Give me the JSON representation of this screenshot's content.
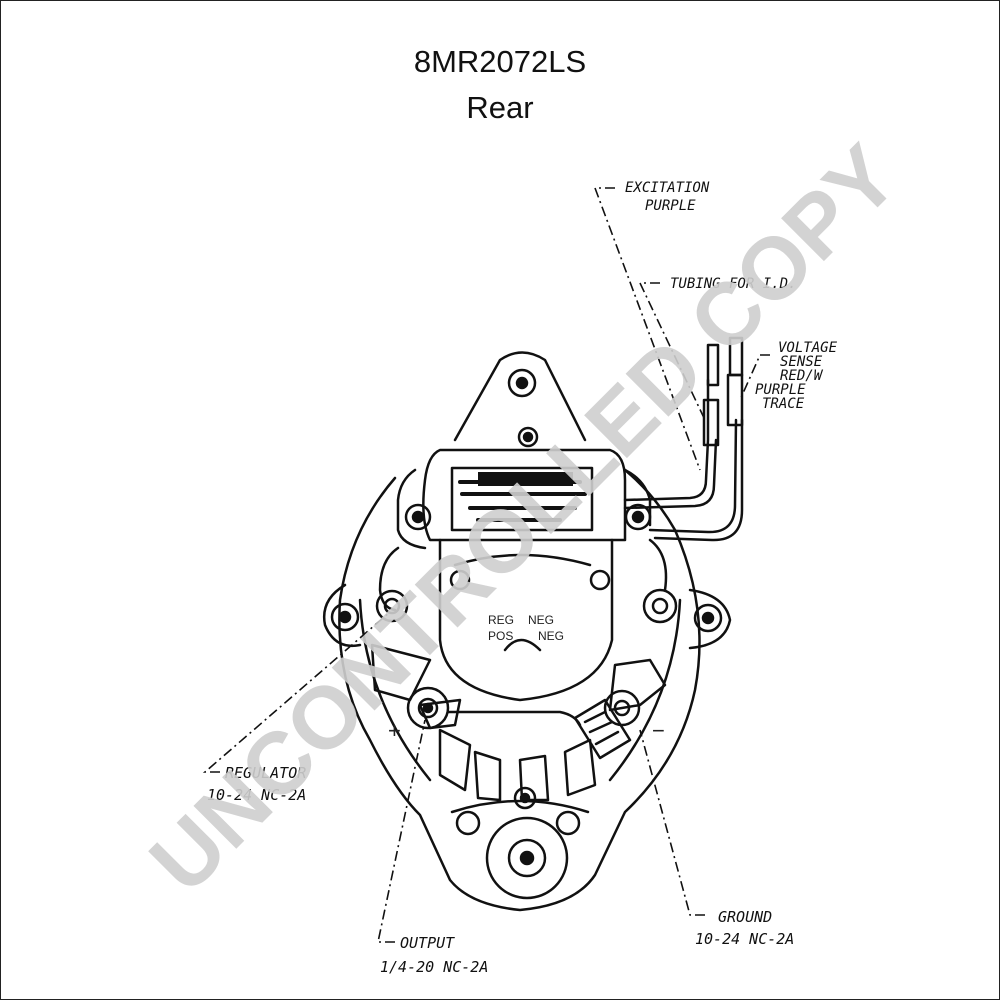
{
  "title": "8MR2072LS",
  "view": "Rear",
  "watermark": "UNCONTROLLED COPY",
  "labels": {
    "excitation": "EXCITATION",
    "excitation_color": "PURPLE",
    "tubing": "TUBING FOR I.D.",
    "voltage_sense_1": "VOLTAGE",
    "voltage_sense_2": "SENSE",
    "voltage_sense_3": "RED/W",
    "voltage_sense_4": "PURPLE",
    "voltage_sense_5": "TRACE",
    "regulator": "REGULATOR",
    "regulator_thread": "10-24 NC-2A",
    "output": "OUTPUT",
    "output_thread": "1/4-20 NC-2A",
    "ground": "GROUND",
    "ground_thread": "10-24 NC-2A",
    "reg": "REG",
    "neg": "NEG",
    "pos": "POS",
    "neg2": "NEG",
    "plus": "+",
    "minus": "−"
  }
}
